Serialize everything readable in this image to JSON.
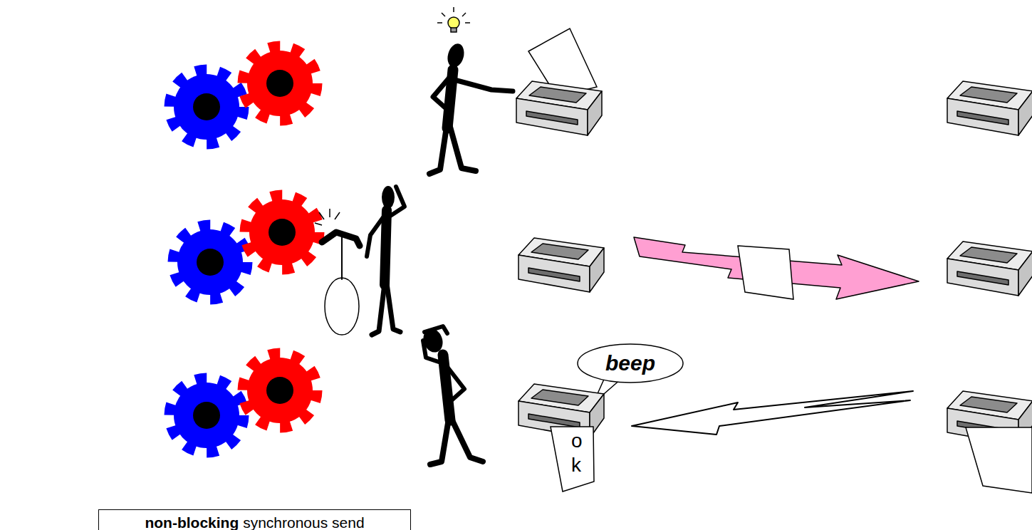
{
  "diagram": {
    "nodes": [
      {
        "text": [
          "beep"
        ]
      },
      {
        "text": [
          "o k"
        ]
      },
      {
        "text": [
          "non-blocking",
          "synchronous send"
        ]
      }
    ]
  }
}
